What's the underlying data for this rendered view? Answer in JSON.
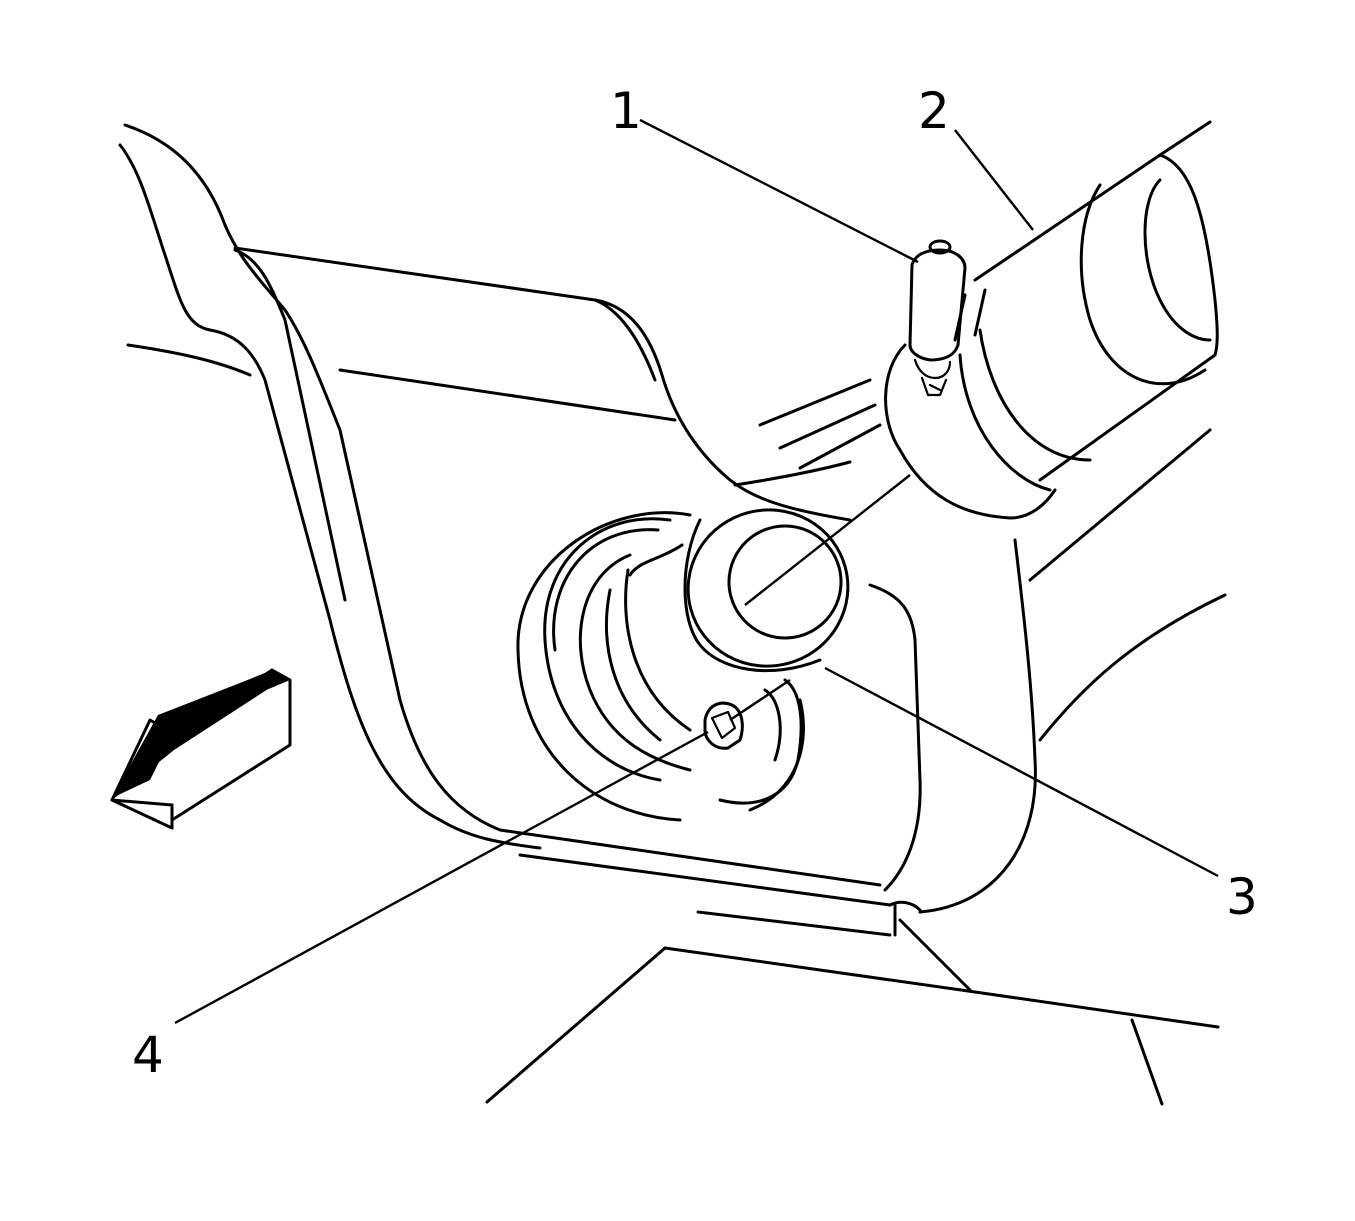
{
  "callouts": [
    {
      "id": "1",
      "label": "1"
    },
    {
      "id": "2",
      "label": "2"
    },
    {
      "id": "3",
      "label": "3"
    },
    {
      "id": "4",
      "label": "4"
    }
  ],
  "icons": [
    "direction-arrow-icon"
  ],
  "colors": {
    "line": "#000000",
    "background": "#ffffff"
  }
}
